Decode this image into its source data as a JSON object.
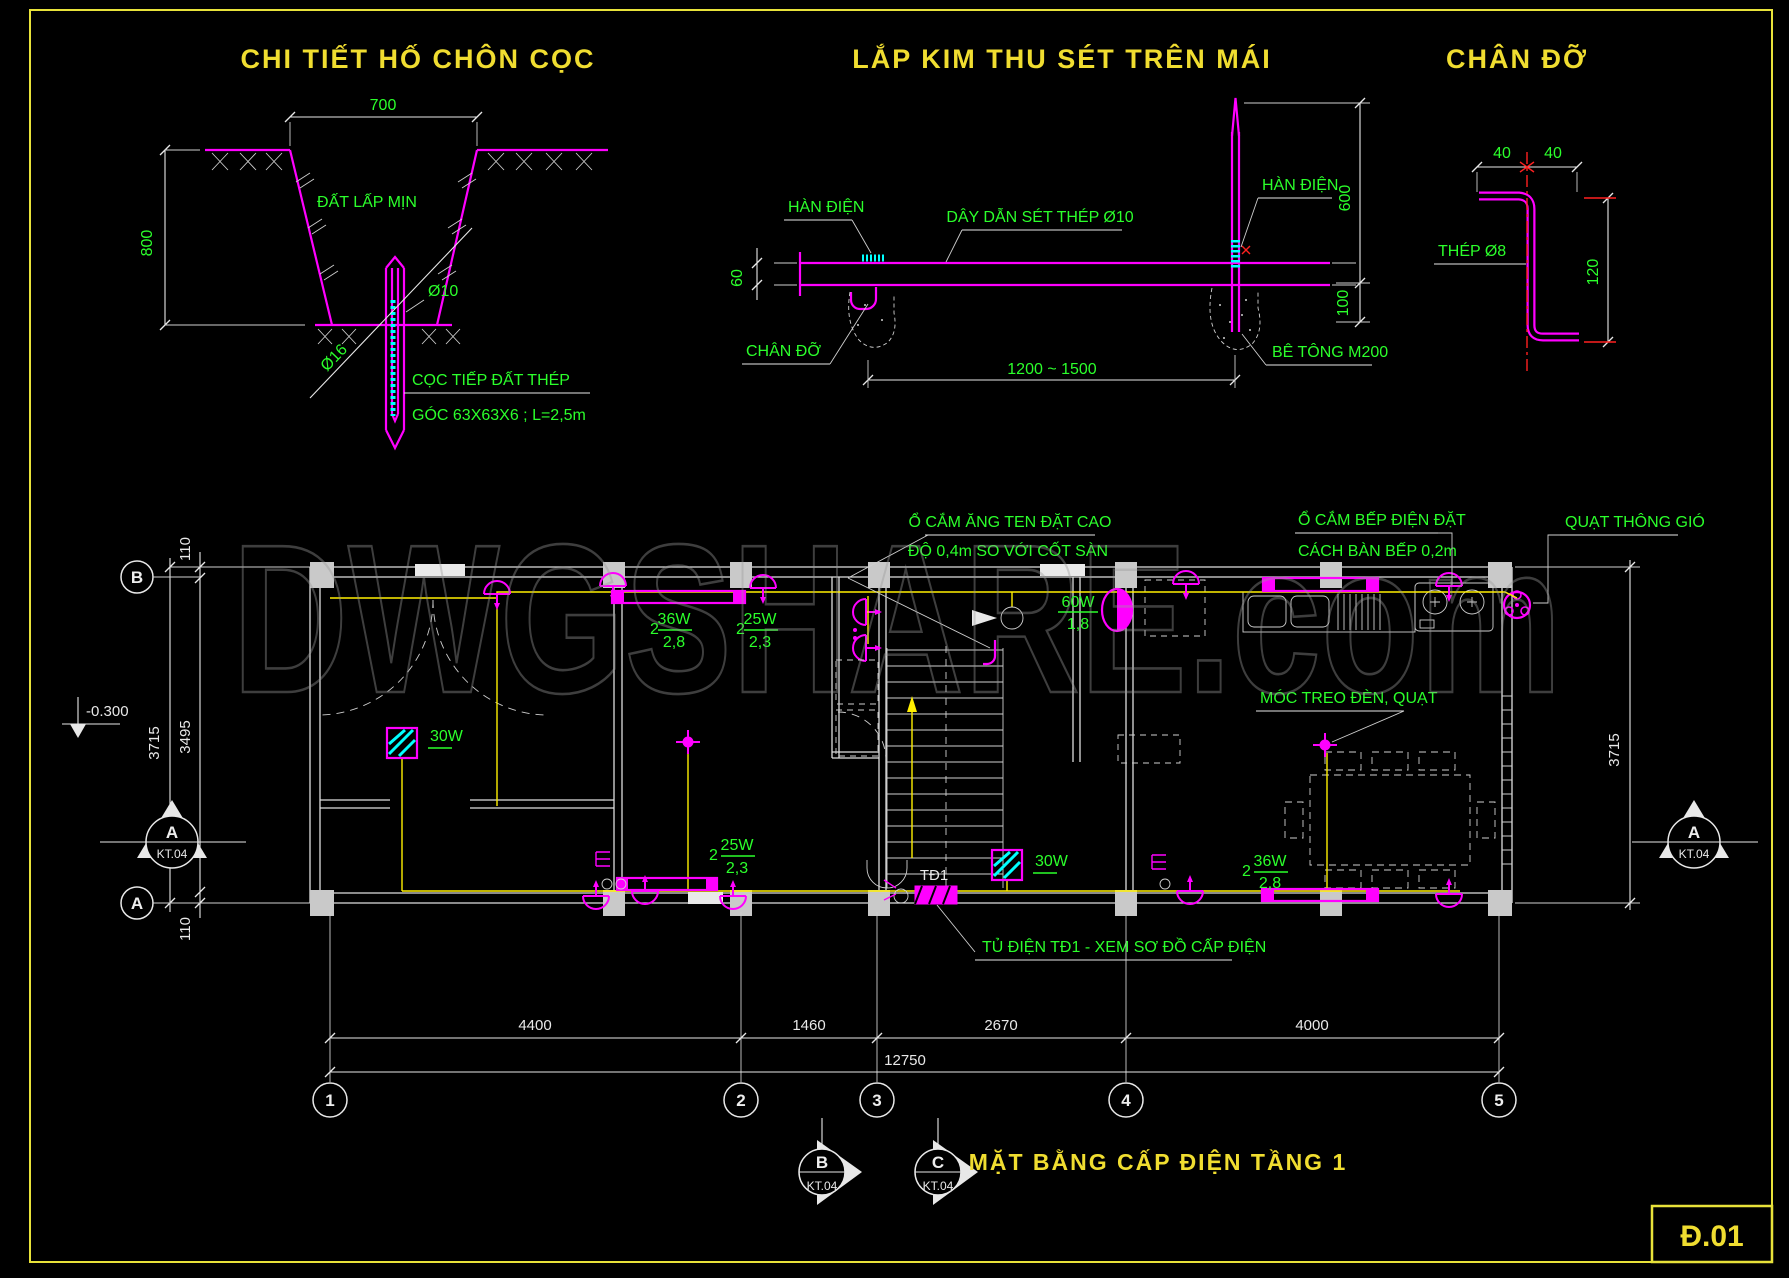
{
  "sheet": {
    "code": "Đ.01"
  },
  "watermark": {
    "text": "DWGSHARE.com"
  },
  "details": {
    "pile": {
      "title": "CHI TIẾT HỐ CHÔN CỌC",
      "dim_width": "700",
      "dim_depth": "800",
      "soil": "ĐẤT LẤP MỊN",
      "rod": "Ø10",
      "rod_main": "Ø16",
      "note1": "CỌC TIẾP ĐẤT THÉP",
      "note2": "GÓC 63X63X6 ; L=2,5m"
    },
    "rod": {
      "title": "LẮP KIM THU SÉT TRÊN MÁI",
      "weld_left": "HÀN ĐIỆN",
      "weld_right": "HÀN ĐIỆN",
      "wire": "DÂY DẪN SÉT THÉP Ø10",
      "support": "CHÂN ĐỠ",
      "concrete": "BÊ TÔNG M200",
      "dim_height": "60",
      "dim_span": "1200 ~ 1500",
      "dim_rod": "600",
      "dim_embed": "100"
    },
    "support": {
      "title": "CHÂN ĐỠ",
      "dim_left": "40",
      "dim_right": "40",
      "steel": "THÉP Ø8",
      "dim_height": "120"
    }
  },
  "plan": {
    "title": "MẶT BẰNG CẤP ĐIỆN TẦNG 1",
    "notes": {
      "antenna1": "Ổ CẮM ĂNG TEN ĐẶT CAO",
      "antenna2": "ĐỘ 0,4m SO VỚI CỐT SÀN",
      "stove1": "Ổ CẮM BẾP ĐIỆN ĐẶT",
      "stove2": "CÁCH BÀN BẾP 0,2m",
      "fan": "QUẠT THÔNG GIÓ",
      "hook": "MÓC TREO ĐÈN, QUẠT",
      "panel": "TỦ ĐIỆN TĐ1 - XEM SƠ ĐỒ CẤP ĐIỆN"
    },
    "panel_tag": "TĐ1",
    "level": "-0.300",
    "lamps": {
      "exhaust30_a": "30W",
      "exhaust30_b": "30W"
    },
    "circuits": {
      "c1": {
        "qty": "2",
        "power": "36W",
        "sub": "2,8"
      },
      "c2": {
        "qty": "2",
        "power": "25W",
        "sub": "2,3"
      },
      "c3": {
        "power": "60W",
        "sub": "1,8"
      },
      "c4": {
        "qty": "2",
        "power": "25W",
        "sub": "2,3"
      },
      "c5": {
        "qty": "2",
        "power": "36W",
        "sub": "2,8"
      }
    },
    "grid": {
      "rows": [
        "B",
        "A"
      ],
      "cols": [
        "1",
        "2",
        "3",
        "4",
        "5"
      ]
    },
    "markers": {
      "left": {
        "letter": "A",
        "ref": "KT.04"
      },
      "right": {
        "letter": "A",
        "ref": "KT.04"
      },
      "b": {
        "letter": "B",
        "ref": "KT.04"
      },
      "c": {
        "letter": "C",
        "ref": "KT.04"
      }
    },
    "dims": {
      "off_top": "110",
      "total_v": "3715",
      "inner_v": "3495",
      "off_bot": "110",
      "right_v": "3715",
      "s1": "4400",
      "s2": "1460",
      "s3": "2670",
      "s4": "4000",
      "total_h": "12750"
    }
  }
}
